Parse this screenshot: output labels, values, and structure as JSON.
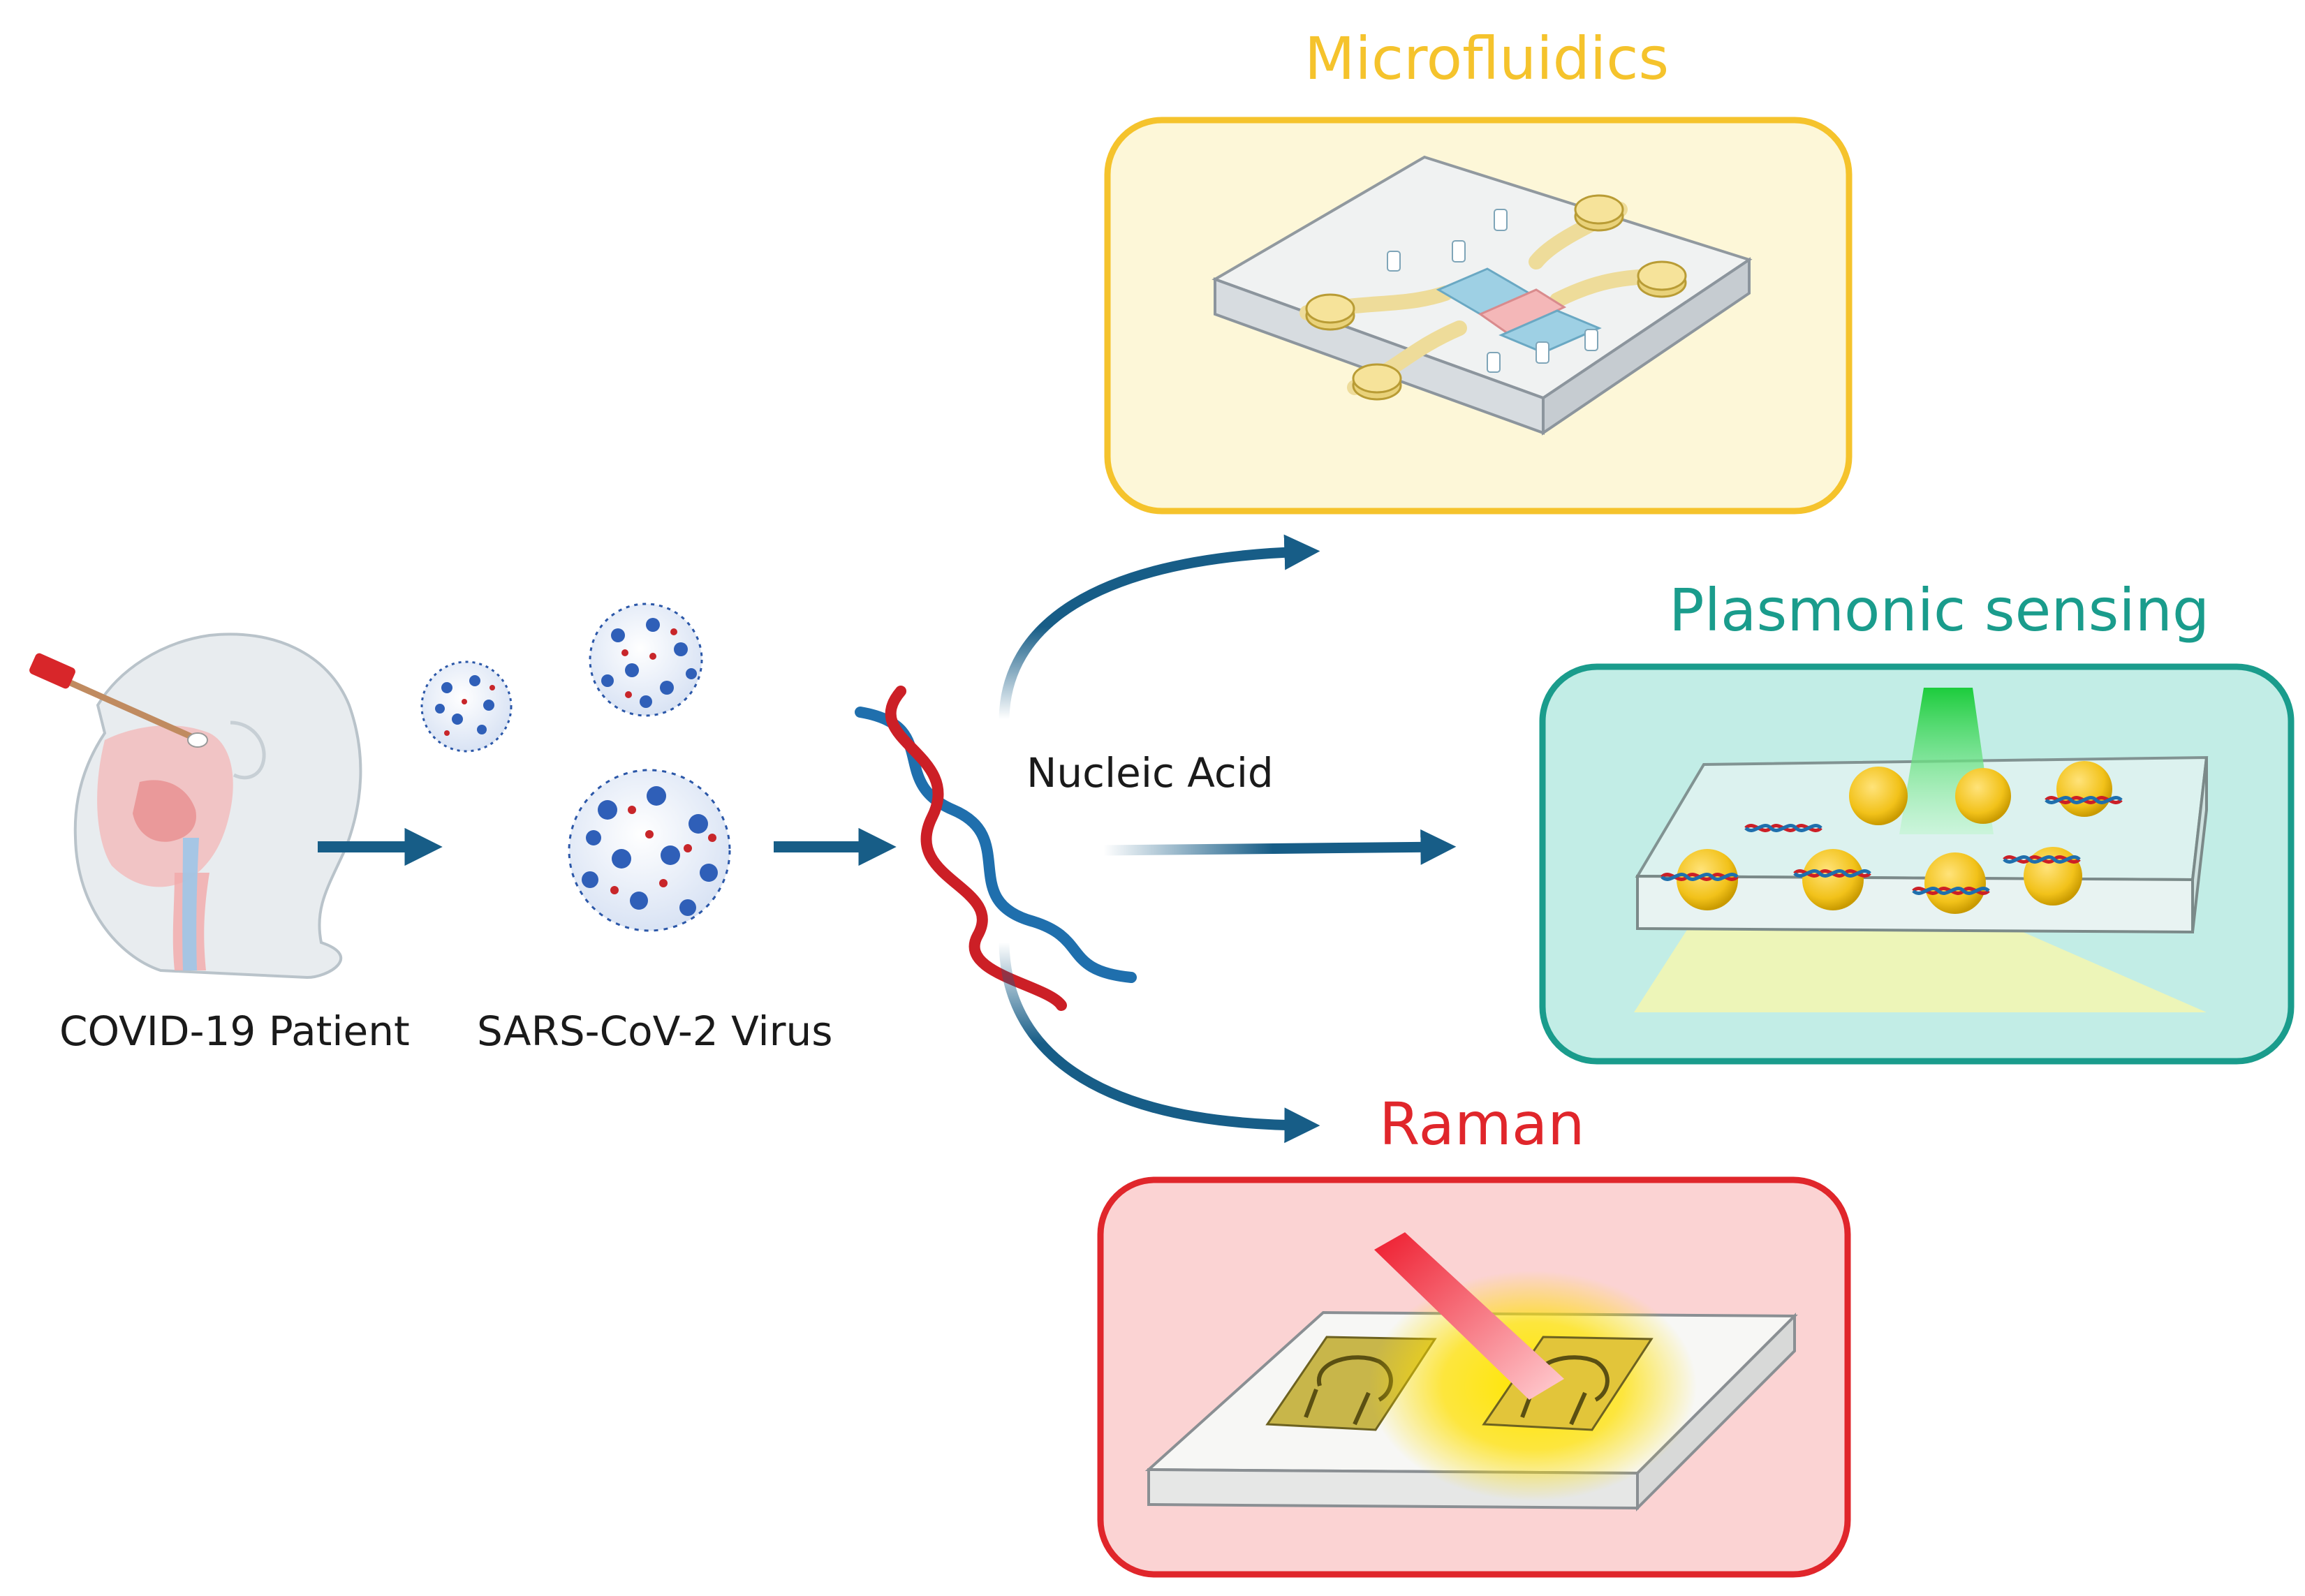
{
  "labels": {
    "patient": "COVID-19 Patient",
    "virus": "SARS-CoV-2 Virus",
    "nucleic_acid": "Nucleic Acid"
  },
  "panels": {
    "microfluidics": {
      "title": "Microfluidics",
      "border": "#f5c32c",
      "fill": "#fdf7d8",
      "title_color": "#f5c32c"
    },
    "plasmonic": {
      "title": "Plasmonic sensing",
      "border": "#1a9c8c",
      "fill": "#c2ede6",
      "title_color": "#1a9c8c"
    },
    "raman": {
      "title": "Raman",
      "border": "#e0262b",
      "fill": "#fbd3d3",
      "title_color": "#e0262b"
    }
  },
  "colors": {
    "arrow": "#175d87",
    "dna_red": "#cc1f26",
    "dna_blue": "#1f6fad",
    "gold": "#f2c21a",
    "laser_green": "#22dd44",
    "laser_red": "#ee2233"
  },
  "icons": [
    "patient-swab-icon",
    "virus-icon",
    "dna-helix-icon",
    "microfluidic-chip-icon",
    "plasmonic-chip-icon",
    "raman-chip-icon"
  ]
}
